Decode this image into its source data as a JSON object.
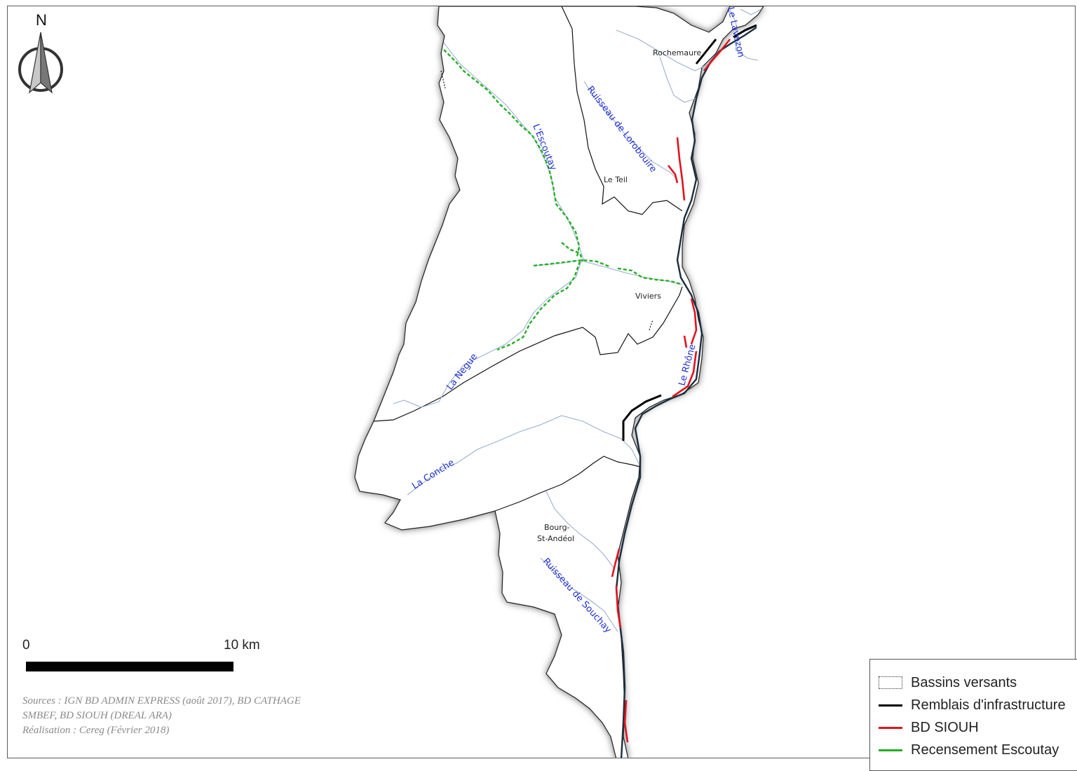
{
  "map": {
    "rivers": {
      "lavezon": "Le Lavezon",
      "lorobouire": "Ruisseau de Lorobouire",
      "escoutay": "L'Escoutay",
      "negue": "La Negue",
      "rhone": "Le Rhône",
      "conche": "La Conche",
      "souchay": "Ruisseau de Souchay"
    },
    "towns": {
      "rochemaure": "Rochemaure",
      "le_teil": "Le Teil",
      "viviers": "Viviers",
      "bourg_line1": "Bourg-",
      "bourg_line2": "St-Andéol"
    }
  },
  "north_arrow": {
    "letter": "N"
  },
  "scale": {
    "zero": "0",
    "max": "10  km"
  },
  "sources": [
    "Sources : IGN BD ADMIN EXPRESS (août 2017), BD CATHAGE",
    "SMBEF, BD SIOUH (DREAL ARA)",
    "Réalisation : Cereg (Février 2018)"
  ],
  "legend": {
    "items": [
      {
        "label": "Bassins versants",
        "symbol": "dotted-box"
      },
      {
        "label": "Remblais d'infrastructure",
        "symbol": "line",
        "color": "#000000"
      },
      {
        "label": "BD SIOUH",
        "symbol": "line",
        "color": "#e0141e"
      },
      {
        "label": "Recensement Escoutay",
        "symbol": "line",
        "color": "#22b022"
      }
    ]
  },
  "colors": {
    "basin_border": "#111111",
    "river": "#9ab0d0",
    "siouh": "#e0141e",
    "escoutay": "#22b022",
    "remblais": "#000000",
    "river_label": "#1f2fd1"
  }
}
